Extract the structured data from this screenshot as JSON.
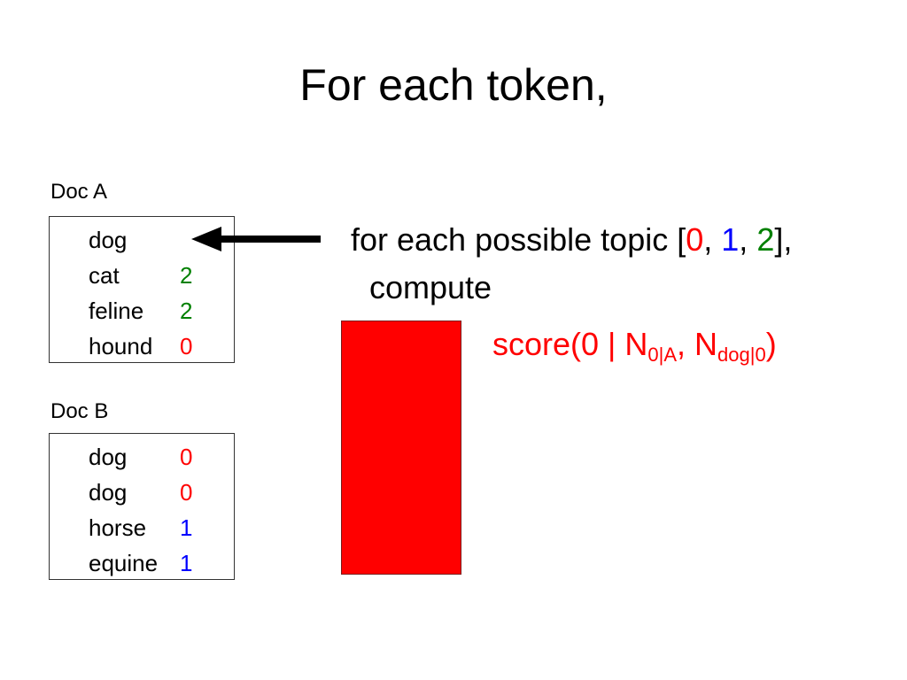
{
  "title": "For each token,",
  "colors": {
    "topic_0": "#ff0000",
    "topic_1": "#0000ff",
    "topic_2": "#008000",
    "bar_fill": "#ff0000",
    "text": "#000000"
  },
  "doc_a": {
    "label": "Doc A",
    "tokens": [
      {
        "word": "dog",
        "topic": ""
      },
      {
        "word": "cat",
        "topic": "2"
      },
      {
        "word": "feline",
        "topic": "2"
      },
      {
        "word": "hound",
        "topic": "0"
      }
    ]
  },
  "doc_b": {
    "label": "Doc B",
    "tokens": [
      {
        "word": "dog",
        "topic": "0"
      },
      {
        "word": "dog",
        "topic": "0"
      },
      {
        "word": "horse",
        "topic": "1"
      },
      {
        "word": "equine",
        "topic": "1"
      }
    ]
  },
  "instruction": {
    "prefix": "for each possible topic [",
    "topic_0": "0",
    "sep1": ", ",
    "topic_1": "1",
    "sep2": ", ",
    "topic_2": "2",
    "suffix": "],",
    "line2": "compute"
  },
  "score": {
    "prefix": "score(0 | N",
    "sub1": "0|A",
    "middle": ", N",
    "sub2": "dog|0",
    "suffix": ")"
  },
  "arrow_icon": "left-arrow-icon"
}
